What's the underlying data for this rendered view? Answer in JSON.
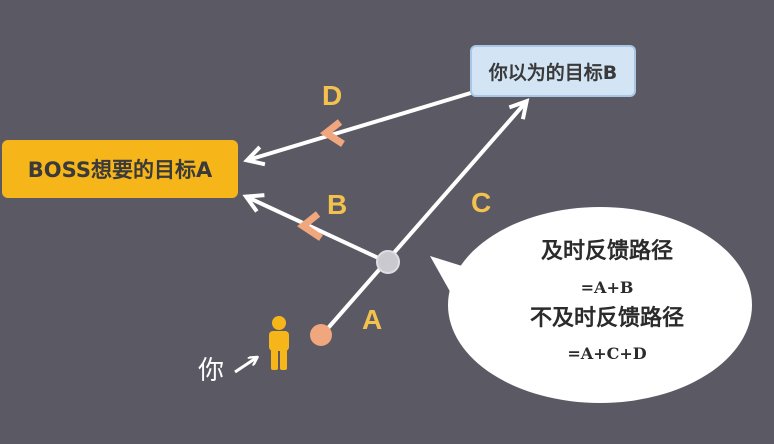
{
  "nodes": {
    "boss_goal": "BOSS想要的目标A",
    "your_goal": "你以为的目标B"
  },
  "path_labels": {
    "a": "A",
    "b": "B",
    "c": "C",
    "d": "D"
  },
  "person": {
    "label": "你"
  },
  "callout": {
    "line1": "及时反馈路径",
    "line2": "=A+B",
    "line3": "不及时反馈路径",
    "line4": "=A+C+D"
  },
  "colors": {
    "background": "#5b5964",
    "boss_box": "#f6b61a",
    "target_b_box": "#d3e5f5",
    "letters": "#f3c24e",
    "person": "#f6b61a",
    "start_dot": "#f1a77e",
    "junction_dot": "#c9c9cf",
    "chevron": "#f1a77e",
    "arrows": "#ffffff",
    "bubble": "#ffffff"
  }
}
